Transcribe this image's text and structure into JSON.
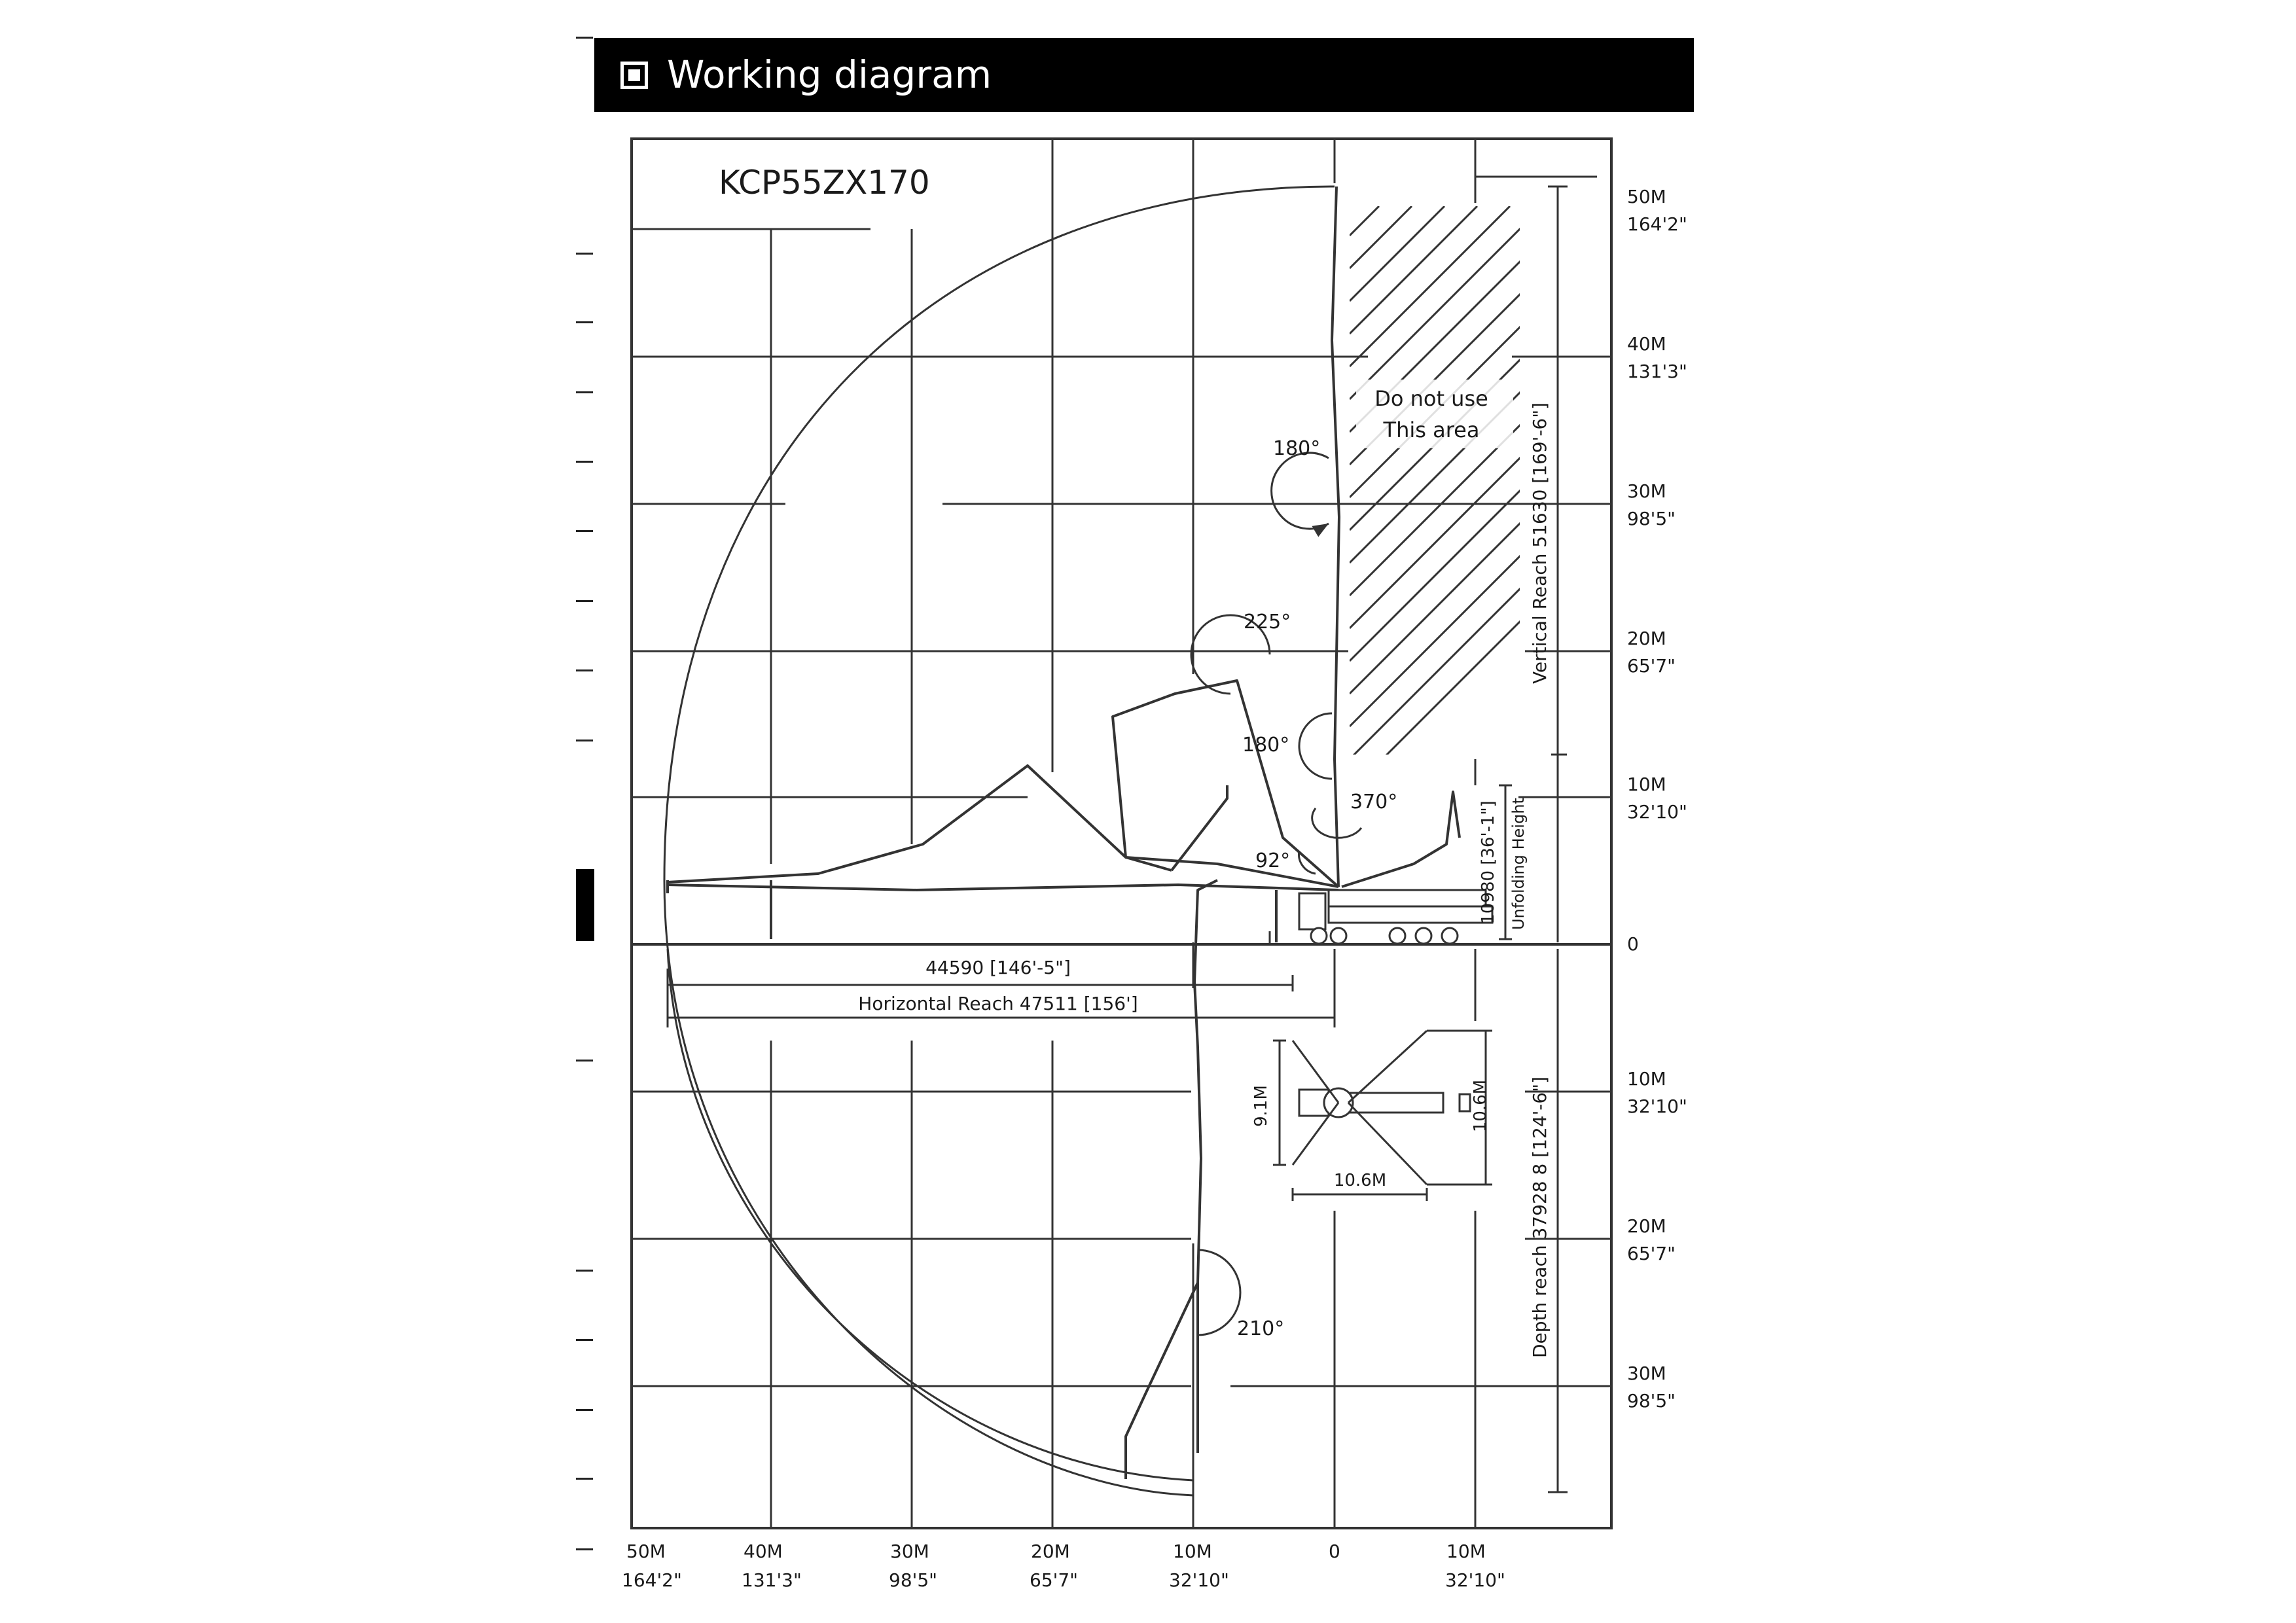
{
  "header": {
    "title": "Working diagram",
    "icon": "square-bullet-icon"
  },
  "model": "KCP55ZX170",
  "right_axis": [
    {
      "m": "50M",
      "ft": "164'2\""
    },
    {
      "m": "40M",
      "ft": "131'3\""
    },
    {
      "m": "30M",
      "ft": "98'5\""
    },
    {
      "m": "20M",
      "ft": "65'7\""
    },
    {
      "m": "10M",
      "ft": "32'10\""
    },
    {
      "m": "0",
      "ft": ""
    },
    {
      "m": "10M",
      "ft": "32'10\""
    },
    {
      "m": "20M",
      "ft": "65'7\""
    },
    {
      "m": "30M",
      "ft": "98'5\""
    }
  ],
  "bottom_axis": [
    {
      "m": "50M",
      "ft": "164'2\""
    },
    {
      "m": "40M",
      "ft": "131'3\""
    },
    {
      "m": "30M",
      "ft": "98'5\""
    },
    {
      "m": "20M",
      "ft": "65'7\""
    },
    {
      "m": "10M",
      "ft": "32'10\""
    },
    {
      "m": "0",
      "ft": ""
    },
    {
      "m": "10M",
      "ft": "32'10\""
    }
  ],
  "angles": [
    "180°",
    "225°",
    "180°",
    "370°",
    "92°",
    "210°"
  ],
  "restricted_area": {
    "line1": "Do not use",
    "line2": "This area"
  },
  "dimensions": {
    "vertical_reach": "Vertical Reach 51630 [169'-6\"]",
    "unfolding_height_value": "10980 [36'-1\"]",
    "unfolding_height_label": "Unfolding Height",
    "boom_reach": "44590 [146'-5\"]",
    "horizontal_reach": "Horizontal Reach 47511 [156']",
    "depth_reach": "Depth reach 37928 8 [124'-6\"]"
  },
  "outrigger": {
    "side": "9.1M",
    "front": "10.6M",
    "width": "10.6M"
  }
}
